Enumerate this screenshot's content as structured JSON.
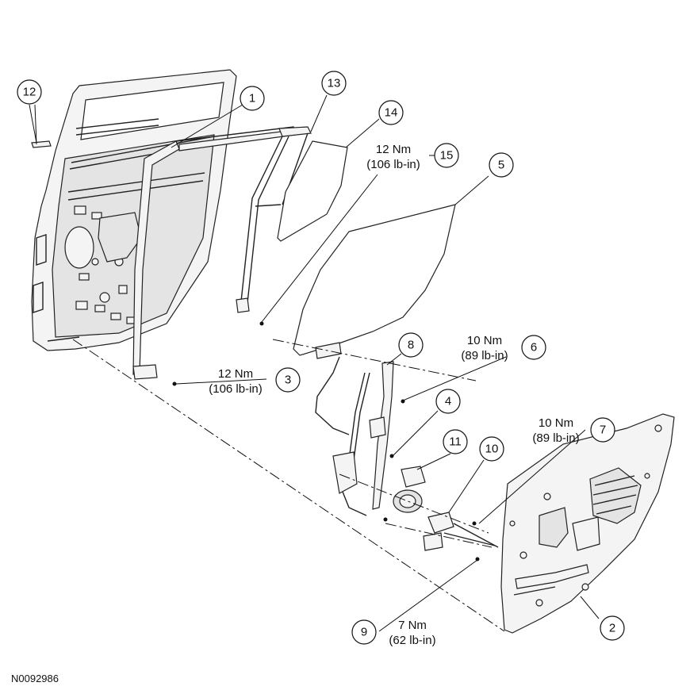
{
  "figure_id": "N0092986",
  "callouts": [
    {
      "id": "12",
      "number": "12"
    },
    {
      "id": "1",
      "number": "1"
    },
    {
      "id": "13",
      "number": "13"
    },
    {
      "id": "14",
      "number": "14"
    },
    {
      "id": "15",
      "number": "15",
      "torque_nm": "12 Nm",
      "torque_lbin": "(106 lb-in)"
    },
    {
      "id": "5",
      "number": "5"
    },
    {
      "id": "8",
      "number": "8"
    },
    {
      "id": "6",
      "number": "6",
      "torque_nm": "10 Nm",
      "torque_lbin": "(89 lb-in)"
    },
    {
      "id": "3",
      "number": "3",
      "torque_nm": "12 Nm",
      "torque_lbin": "(106 lb-in)"
    },
    {
      "id": "4",
      "number": "4"
    },
    {
      "id": "7",
      "number": "7",
      "torque_nm": "10 Nm",
      "torque_lbin": "(89 lb-in)"
    },
    {
      "id": "11",
      "number": "11"
    },
    {
      "id": "10",
      "number": "10"
    },
    {
      "id": "2",
      "number": "2"
    },
    {
      "id": "9",
      "number": "9",
      "torque_nm": "7 Nm",
      "torque_lbin": "(62 lb-in)"
    }
  ]
}
